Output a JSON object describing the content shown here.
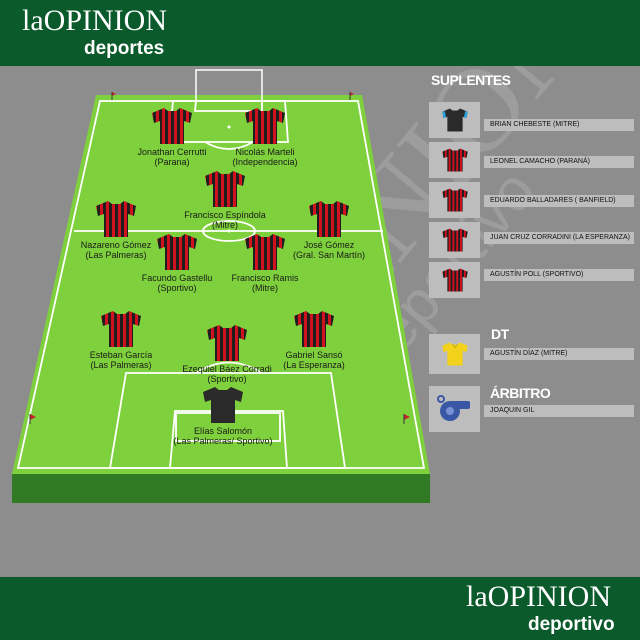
{
  "header": {
    "brand_la": "la",
    "brand_opinion": "OPINION",
    "section": "deportes"
  },
  "footer": {
    "brand_la": "la",
    "brand_opinion": "OPINION",
    "section": "deportivo"
  },
  "watermark": {
    "text": "laOPINION",
    "subtext": "deportivo"
  },
  "colors": {
    "green_dark": "#0b5a2b",
    "pitch": "#7ed03c",
    "pitch_side": "#2f7a23",
    "background": "#8d8d8d",
    "shirt_red": "#d0121e",
    "shirt_black": "#1e1e1e",
    "gk_shirt": "#2a2a2a",
    "dt_shirt": "#f2d21b",
    "whistle": "#3a57a6"
  },
  "players": [
    {
      "name": "Jonathan Cerrutti",
      "club": "(Parana)"
    },
    {
      "name": "Nicolás Marteli",
      "club": "(Independencia)"
    },
    {
      "name": "Francisco Espíndola",
      "club": "(Mitre)"
    },
    {
      "name": "Nazareno Gómez",
      "club": "(Las Palmeras)"
    },
    {
      "name": "José Gómez",
      "club": "(Gral. San Martín)"
    },
    {
      "name": "Facundo Gastellu",
      "club": "(Sportivo)"
    },
    {
      "name": "Francisco Ramis",
      "club": "(Mitre)"
    },
    {
      "name": "Esteban García",
      "club": "(Las Palmeras)"
    },
    {
      "name": "Ezequiel Báez Corradi",
      "club": "(Sportivo)"
    },
    {
      "name": "Gabriel Sansó",
      "club": "(La Esperanza)"
    },
    {
      "name": "Elías Salomón",
      "club": "(Las Palmeras/ Sportivo)"
    }
  ],
  "suplentes": {
    "title": "SUPLENTES",
    "items": [
      {
        "label": "BRIAN CHEBESTE (MITRE)",
        "shirt": "goalkeeper"
      },
      {
        "label": "LEONEL CAMACHO (PARANÁ)",
        "shirt": "striped"
      },
      {
        "label": "EDUARDO BALLADARES ( BANFIELD)",
        "shirt": "striped"
      },
      {
        "label": "JUAN CRUZ CORRADINI (LA ESPERANZA)",
        "shirt": "striped"
      },
      {
        "label": "AGUSTÍN POLL (SPORTIVO)",
        "shirt": "striped"
      }
    ]
  },
  "dt": {
    "title": "DT",
    "label": "AGUSTÍN DÍAZ (MITRE)",
    "icon": "yellow-shirt-icon"
  },
  "arbitro": {
    "title": "ÁRBITRO",
    "label": "JOAQUIN GIL",
    "icon": "whistle-icon"
  }
}
